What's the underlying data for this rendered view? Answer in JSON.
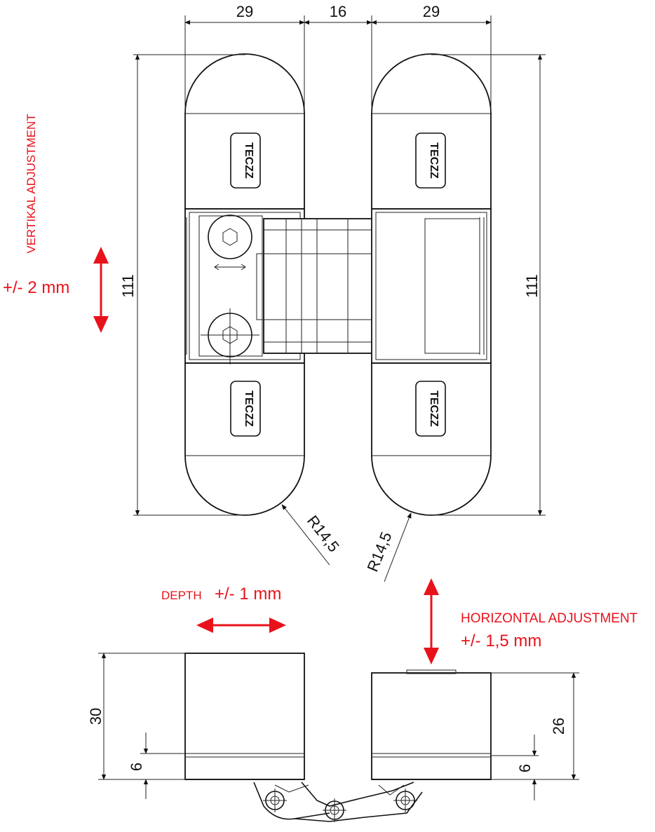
{
  "dimensions": {
    "top_left_width": "29",
    "top_gap": "16",
    "top_right_width": "29",
    "left_height": "111",
    "right_height": "111",
    "radius_left": "R14,5",
    "radius_right": "R14,5",
    "bottom_left_height": "30",
    "bottom_left_small": "6",
    "bottom_right_height": "26",
    "bottom_right_small": "6"
  },
  "adjustments": {
    "vertical_label": "VERTIKAL ADJUSTMENT",
    "vertical_value": "+/- 2 mm",
    "depth_label": "DEPTH",
    "depth_value": "+/- 1 mm",
    "horizontal_label": "HORIZONTAL ADJUSTMENT",
    "horizontal_value": "+/-  1,5 mm"
  },
  "logo_text": "TECZZ",
  "colors": {
    "annotation": "#e8121b",
    "line": "#111111"
  }
}
